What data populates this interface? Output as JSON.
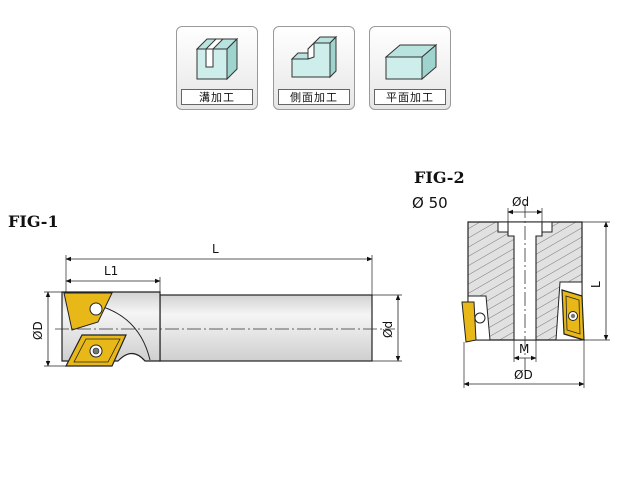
{
  "tiles": [
    {
      "label": "溝加工",
      "icon": "slot-machining-icon"
    },
    {
      "label": "側面加工",
      "icon": "side-machining-icon"
    },
    {
      "label": "平面加工",
      "icon": "face-machining-icon"
    }
  ],
  "fig1": {
    "title": "FIG-1",
    "dims": {
      "L": "L",
      "L1": "L1",
      "D": "ØD",
      "d": "Ød"
    }
  },
  "fig2": {
    "title": "FIG-2",
    "subtitle": "Ø 50",
    "dims": {
      "d": "Ød",
      "L": "L",
      "M": "M",
      "D": "ØD"
    }
  },
  "colors": {
    "insert": "#e8b818",
    "body": "#e3e3e3",
    "tile_block": "#b9e3df",
    "outline": "#222222"
  }
}
